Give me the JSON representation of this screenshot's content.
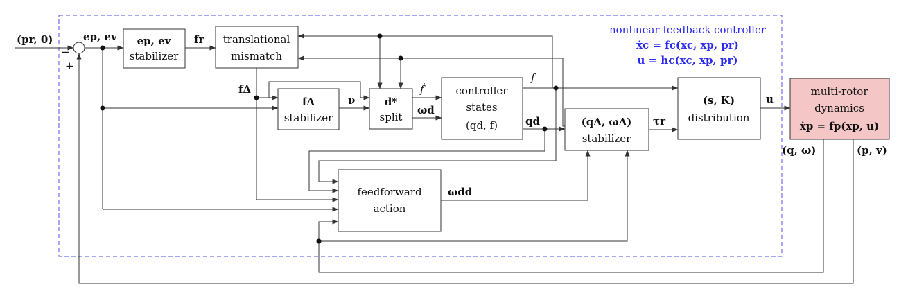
{
  "colors": {
    "border": "#6f6fef",
    "controller_text": "#2a2af0",
    "plant_fill": "#f5c6c6"
  },
  "controller": {
    "title": "nonlinear feedback controller",
    "eq1": "ẋc = fc(xc, xp, pr)",
    "eq2": "u = hc(xc, xp, pr)"
  },
  "blocks": {
    "ep_ev_stabilizer": {
      "line1": "ep, ev",
      "line2": "stabilizer"
    },
    "translational_mismatch": {
      "line1": "translational",
      "line2": "mismatch"
    },
    "f_delta_stabilizer": {
      "line1": "fΔ",
      "line2": "stabilizer"
    },
    "d_split": {
      "line1": "d*",
      "line2": "split"
    },
    "controller_states": {
      "line1": "controller",
      "line2": "states",
      "line3": "(qd, f)"
    },
    "q_omega_stabilizer": {
      "line1": "(qΔ, ωΔ)",
      "line2": "stabilizer"
    },
    "distribution": {
      "line1": "(s, K)",
      "line2": "distribution"
    },
    "feedforward": {
      "line1": "feedforward",
      "line2": "action"
    },
    "plant": {
      "line1": "multi-rotor",
      "line2": "dynamics",
      "line3": "ẋp = fp(xp, u)"
    }
  },
  "signals": {
    "reference": "(pr, 0)",
    "error": "ep, ev",
    "minus": "−",
    "plus": "+",
    "fr": "fr",
    "f_delta": "fΔ",
    "nu": "ν",
    "f_dot": "ḟ",
    "omega_d": "ωd",
    "f": "f",
    "qd": "qd",
    "tau_r": "τr",
    "u": "u",
    "omega_dd": "ωdd",
    "q_omega": "(q, ω)",
    "p_v": "(p, v)"
  }
}
